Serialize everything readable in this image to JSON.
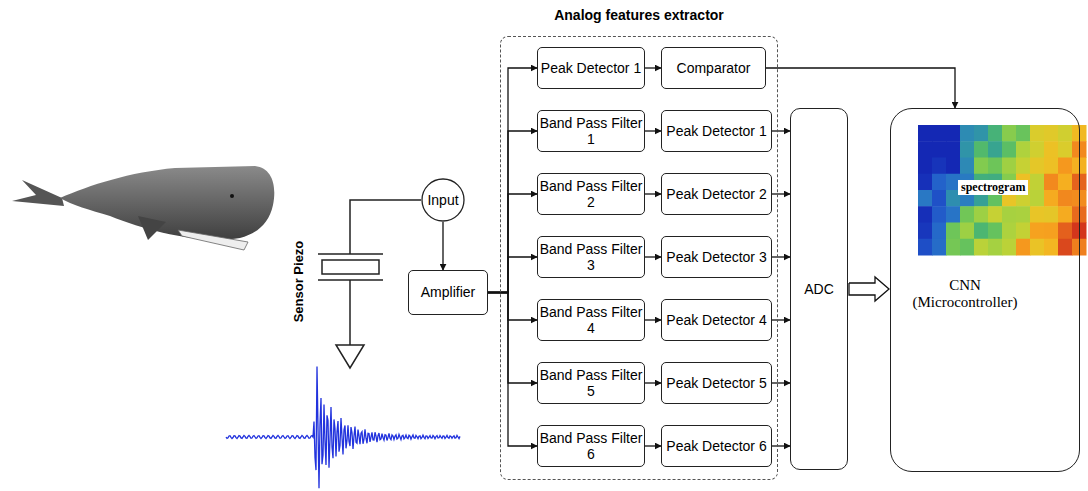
{
  "diagram": {
    "nodes": [
      {
        "text": [
          "Input"
        ]
      },
      {
        "text": [
          "Amplifier"
        ]
      },
      {
        "text": [
          "Analog features extractor"
        ]
      },
      {
        "text": [
          "Peak Detector 1"
        ],
        "in": 2
      },
      {
        "text": [
          "Comparator"
        ],
        "in": 2
      },
      {
        "text": [
          "Band Pass Filter 1"
        ],
        "in": 2
      },
      {
        "text": [
          "Peak Detector 1"
        ],
        "in": 2
      },
      {
        "text": [
          "Band Pass Filter 2"
        ],
        "in": 2
      },
      {
        "text": [
          "Peak Detector 2"
        ],
        "in": 2
      },
      {
        "text": [
          "Band Pass Filter 3"
        ],
        "in": 2
      },
      {
        "text": [
          "Peak Detector 3"
        ],
        "in": 2
      },
      {
        "text": [
          "Band Pass Filter 4"
        ],
        "in": 2
      },
      {
        "text": [
          "Peak Detector 4"
        ],
        "in": 2
      },
      {
        "text": [
          "Band Pass Filter 5"
        ],
        "in": 2
      },
      {
        "text": [
          "Peak Detector 5"
        ],
        "in": 2
      },
      {
        "text": [
          "Band Pass Filter 6"
        ],
        "in": 2
      },
      {
        "text": [
          "Peak Detector 6"
        ],
        "in": 2
      },
      {
        "text": [
          "ADC"
        ]
      },
      {
        "text": [
          "CNN (Microcontroller)"
        ]
      }
    ],
    "edges": [
      {
        "from": 0,
        "to": 1,
        "arrow": "to"
      },
      {
        "from": 1,
        "to": 3,
        "arrow": "to"
      },
      {
        "from": 1,
        "to": 5,
        "arrow": "to"
      },
      {
        "from": 1,
        "to": 7,
        "arrow": "to"
      },
      {
        "from": 1,
        "to": 9,
        "arrow": "to"
      },
      {
        "from": 1,
        "to": 11,
        "arrow": "to"
      },
      {
        "from": 1,
        "to": 13,
        "arrow": "to"
      },
      {
        "from": 1,
        "to": 15,
        "arrow": "to"
      },
      {
        "from": 3,
        "to": 4,
        "arrow": "to"
      },
      {
        "from": 5,
        "to": 6,
        "arrow": "to"
      },
      {
        "from": 7,
        "to": 8,
        "arrow": "to"
      },
      {
        "from": 9,
        "to": 10,
        "arrow": "to"
      },
      {
        "from": 11,
        "to": 12,
        "arrow": "to"
      },
      {
        "from": 13,
        "to": 14,
        "arrow": "to"
      },
      {
        "from": 15,
        "to": 16,
        "arrow": "to"
      },
      {
        "from": 4,
        "to": 18,
        "arrow": "to"
      },
      {
        "from": 6,
        "to": 17,
        "arrow": "to"
      },
      {
        "from": 8,
        "to": 17,
        "arrow": "to"
      },
      {
        "from": 10,
        "to": 17,
        "arrow": "to"
      },
      {
        "from": 12,
        "to": 17,
        "arrow": "to"
      },
      {
        "from": 14,
        "to": 17,
        "arrow": "to"
      },
      {
        "from": 16,
        "to": 17,
        "arrow": "to"
      },
      {
        "from": 17,
        "to": 18,
        "arrow": "to"
      }
    ],
    "labels": [
      "Sensor Piezo",
      "spectrogram"
    ]
  }
}
